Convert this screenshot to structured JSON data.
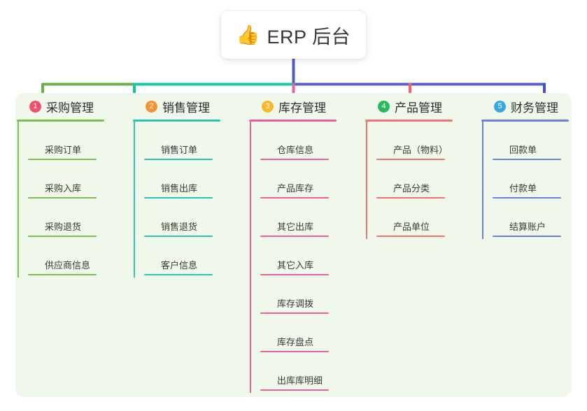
{
  "root": {
    "icon": "thumbs-up-icon",
    "emoji": "👍",
    "title": "ERP 后台"
  },
  "panel": {
    "background_color": "#eff8ea"
  },
  "connector_colors": {
    "stem": "#4d5dc0",
    "bar_left": "#6ab04c",
    "bar_mid": "#15c5a5",
    "bar_right": "#5a61c8",
    "drop_1": "#6ab04c",
    "drop_2": "#15c5a5",
    "drop_3": "#ee5fa0",
    "drop_4": "#f4646a",
    "drop_5": "#3d56c4"
  },
  "columns": [
    {
      "index": "1",
      "badge_label": "1",
      "badge_color": "#f0506e",
      "line_color": "#7dbf56",
      "title": "采购管理",
      "items": [
        {
          "label": "采购订单"
        },
        {
          "label": "采购入库"
        },
        {
          "label": "采购退货"
        },
        {
          "label": "供应商信息"
        }
      ]
    },
    {
      "index": "2",
      "badge_label": "2",
      "badge_color": "#f5932f",
      "line_color": "#2fc4b0",
      "title": "销售管理",
      "items": [
        {
          "label": "销售订单"
        },
        {
          "label": "销售出库"
        },
        {
          "label": "销售退货"
        },
        {
          "label": "客户信息"
        }
      ]
    },
    {
      "index": "3",
      "badge_label": "3",
      "badge_color": "#f7b928",
      "line_color": "#ee5fa0",
      "title": "库存管理",
      "items": [
        {
          "label": "仓库信息"
        },
        {
          "label": "产品库存"
        },
        {
          "label": "其它出库"
        },
        {
          "label": "其它入库"
        },
        {
          "label": "库存调拨"
        },
        {
          "label": "库存盘点"
        },
        {
          "label": "出库库明细"
        }
      ]
    },
    {
      "index": "4",
      "badge_label": "4",
      "badge_color": "#2cb85c",
      "line_color": "#f4726f",
      "title": "产品管理",
      "items": [
        {
          "label": "产品（物料）"
        },
        {
          "label": "产品分类"
        },
        {
          "label": "产品单位"
        }
      ]
    },
    {
      "index": "5",
      "badge_label": "5",
      "badge_color": "#36a9e1",
      "line_color": "#6b82d6",
      "title": "财务管理",
      "items": [
        {
          "label": "回款单"
        },
        {
          "label": "付款单"
        },
        {
          "label": "结算账户"
        }
      ]
    }
  ]
}
